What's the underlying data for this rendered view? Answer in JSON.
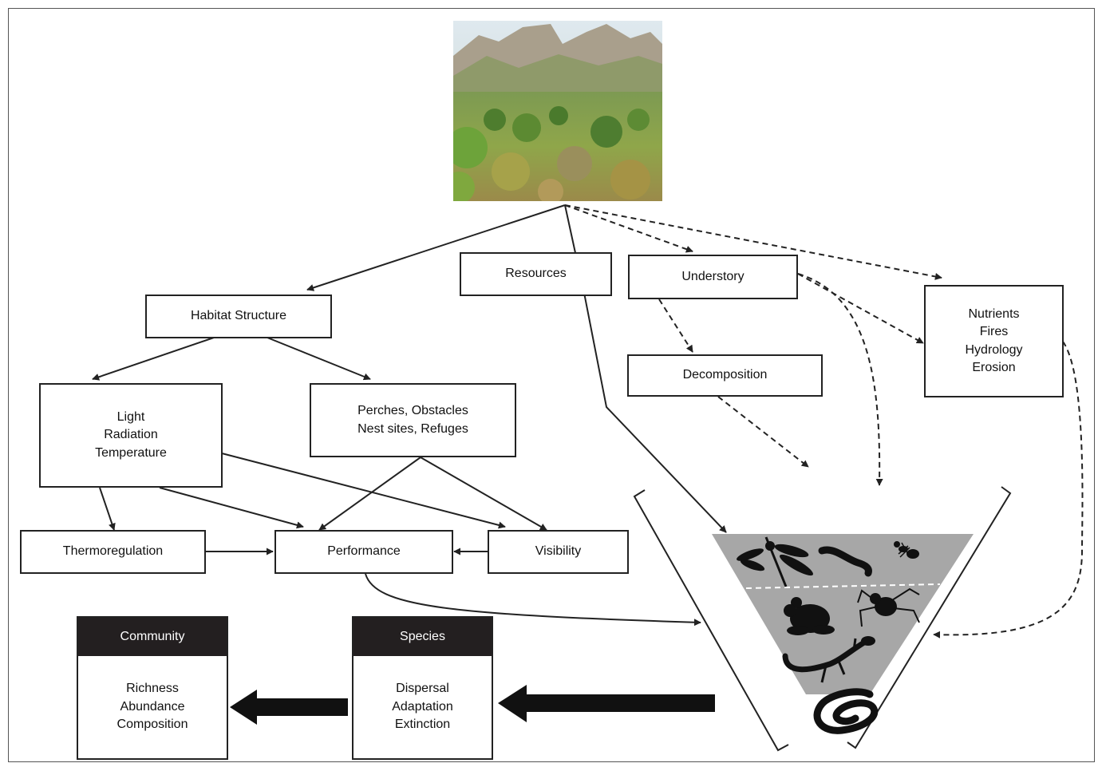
{
  "boxes": {
    "resources": "Resources",
    "understory": "Understory",
    "habitat_structure": "Habitat Structure",
    "decomposition": "Decomposition",
    "nutrients": [
      "Nutrients",
      "Fires",
      "Hydrology",
      "Erosion"
    ],
    "light": [
      "Light",
      "Radiation",
      "Temperature"
    ],
    "perches": [
      "Perches, Obstacles",
      "Nest sites, Refuges"
    ],
    "thermoregulation": "Thermoregulation",
    "performance": "Performance",
    "visibility": "Visibility"
  },
  "community": {
    "title": "Community",
    "items": [
      "Richness",
      "Abundance",
      "Composition"
    ]
  },
  "species": {
    "title": "Species",
    "items": [
      "Dispersal",
      "Adaptation",
      "Extinction"
    ]
  },
  "funnel_animals": [
    "dragonfly-icon",
    "worm-icon",
    "ant-icon",
    "frog-icon",
    "spider-icon",
    "lizard-icon",
    "snake-icon"
  ],
  "colors": {
    "header_fill": "#231f20",
    "funnel_fill": "#a7a7a7",
    "line": "#222222"
  }
}
